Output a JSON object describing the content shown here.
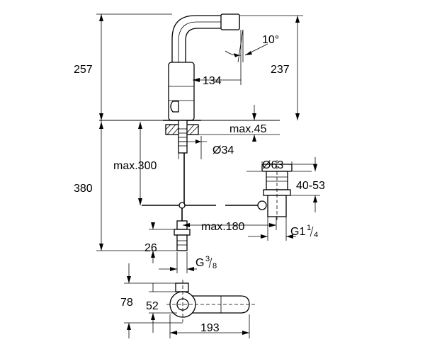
{
  "dimensions": {
    "total_height": "257",
    "spout_reach": "134",
    "spout_angle": "10°",
    "spout_height": "237",
    "max_deck_thickness": "max.45",
    "deck_hole": "Ø34",
    "max_hose_length": "max.300",
    "waste_head": "Ø63",
    "under_deck_length": "380",
    "waste_range": "40-53",
    "max_rod_length": "max.180",
    "waste_thread_main": "G1",
    "waste_thread_num": "1",
    "waste_thread_den": "4",
    "connection_height": "26",
    "connection_thread_main": "G",
    "connection_thread_num": "3",
    "connection_thread_den": "8",
    "plan_depth": "78",
    "plan_center": "52",
    "plan_length": "193"
  }
}
